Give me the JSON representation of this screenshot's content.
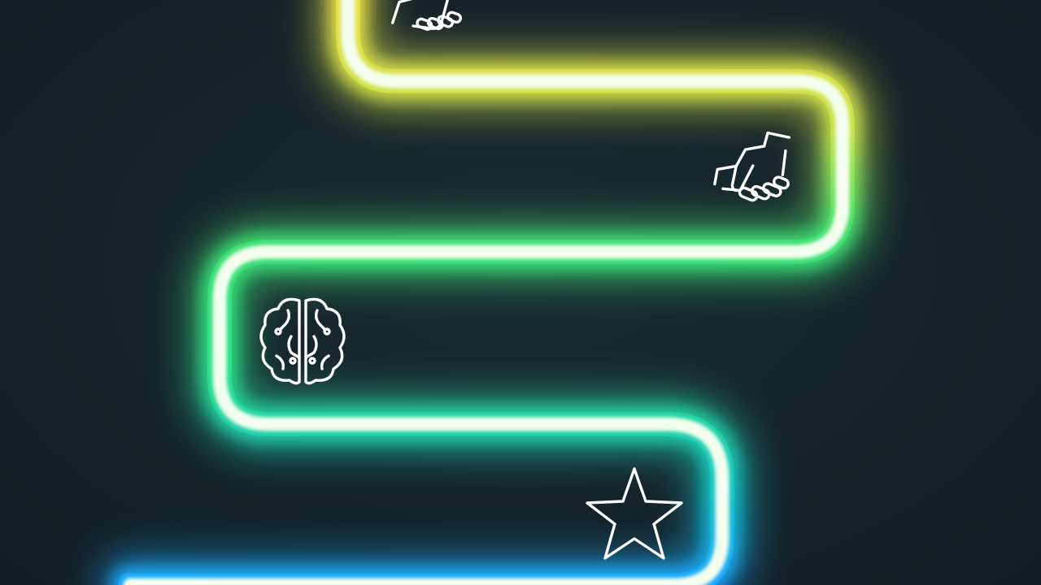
{
  "scene": {
    "background": "#15232b",
    "path_colors": {
      "top": "#e9e24a",
      "upper_middle": "#7fe35a",
      "middle": "#2ee08a",
      "lower": "#18c8c0",
      "bottom": "#1aa6ff",
      "core": "#f4ffef"
    },
    "milestones": [
      {
        "name": "handshake",
        "icon": "handshake-icon"
      },
      {
        "name": "handshake",
        "icon": "handshake-icon"
      },
      {
        "name": "brain",
        "icon": "brain-icon"
      },
      {
        "name": "star",
        "icon": "star-icon"
      }
    ]
  }
}
